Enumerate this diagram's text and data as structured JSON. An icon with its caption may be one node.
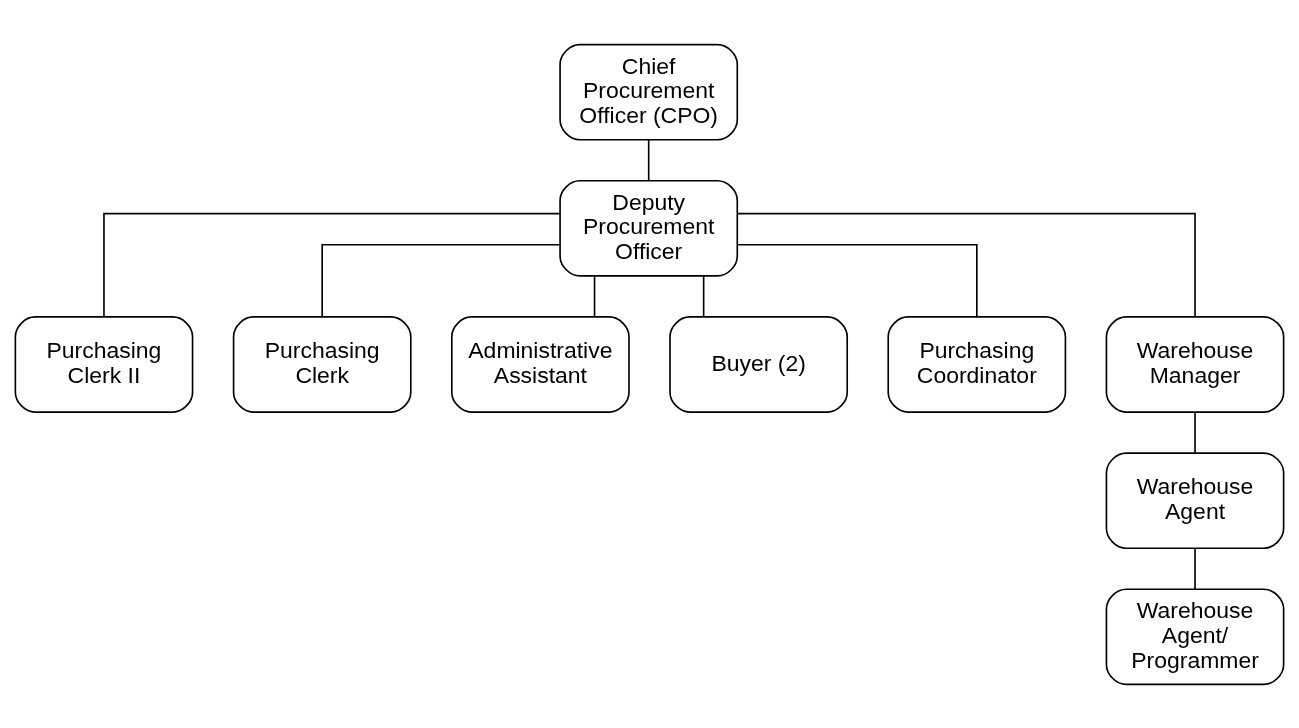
{
  "diagram": {
    "nodes": [
      {
        "text": [
          "Chief Procurement Officer (CPO)"
        ]
      },
      {
        "text": [
          "Deputy Procurement Officer"
        ]
      },
      {
        "text": [
          "Purchasing Clerk II"
        ]
      },
      {
        "text": [
          "Purchasing Clerk"
        ]
      },
      {
        "text": [
          "Administrative Assistant"
        ]
      },
      {
        "text": [
          "Buyer (2)"
        ]
      },
      {
        "text": [
          "Purchasing Coordinator"
        ]
      },
      {
        "text": [
          "Warehouse Manager"
        ]
      },
      {
        "text": [
          "Warehouse Agent"
        ]
      },
      {
        "text": [
          "Warehouse Agent/ Programmer"
        ]
      }
    ],
    "edges": [
      {
        "from": 0,
        "to": 1,
        "arrow": "none"
      },
      {
        "from": 1,
        "to": 2,
        "arrow": "none"
      },
      {
        "from": 1,
        "to": 3,
        "arrow": "none"
      },
      {
        "from": 1,
        "to": 4,
        "arrow": "none"
      },
      {
        "from": 1,
        "to": 5,
        "arrow": "none"
      },
      {
        "from": 1,
        "to": 6,
        "arrow": "none"
      },
      {
        "from": 1,
        "to": 7,
        "arrow": "none"
      },
      {
        "from": 7,
        "to": 8,
        "arrow": "none"
      },
      {
        "from": 8,
        "to": 9,
        "arrow": "none"
      }
    ]
  }
}
